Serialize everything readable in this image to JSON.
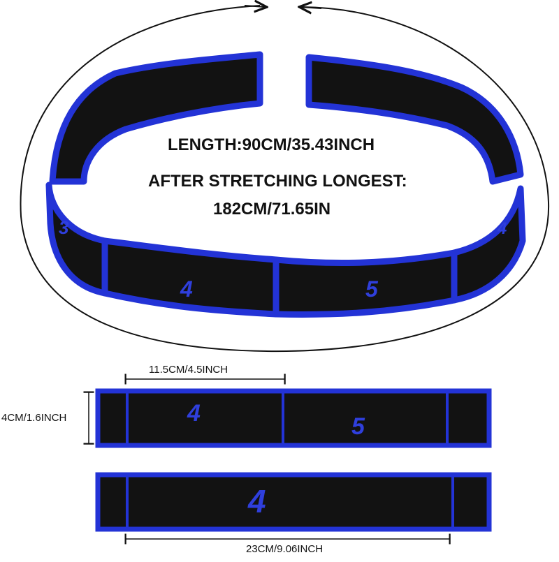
{
  "colors": {
    "band_fill": "#121212",
    "band_edge": "#2333d6",
    "number_color": "#2f3fdc",
    "text": "#111111",
    "outline": "#111111"
  },
  "top_band": {
    "length_label": "LENGTH:90CM/35.43INCH",
    "stretch_label_line1": "AFTER STRETCHING LONGEST:",
    "stretch_label_line2": "182CM/71.65IN",
    "segment_numbers": [
      "3",
      "4",
      "5",
      "4"
    ]
  },
  "detail_band_1": {
    "segment_width_label": "11.5CM/4.5INCH",
    "height_label": "4CM/1.6INCH",
    "segment_numbers": [
      "4",
      "5"
    ]
  },
  "detail_band_2": {
    "length_label": "23CM/9.06INCH",
    "segment_number": "4"
  }
}
